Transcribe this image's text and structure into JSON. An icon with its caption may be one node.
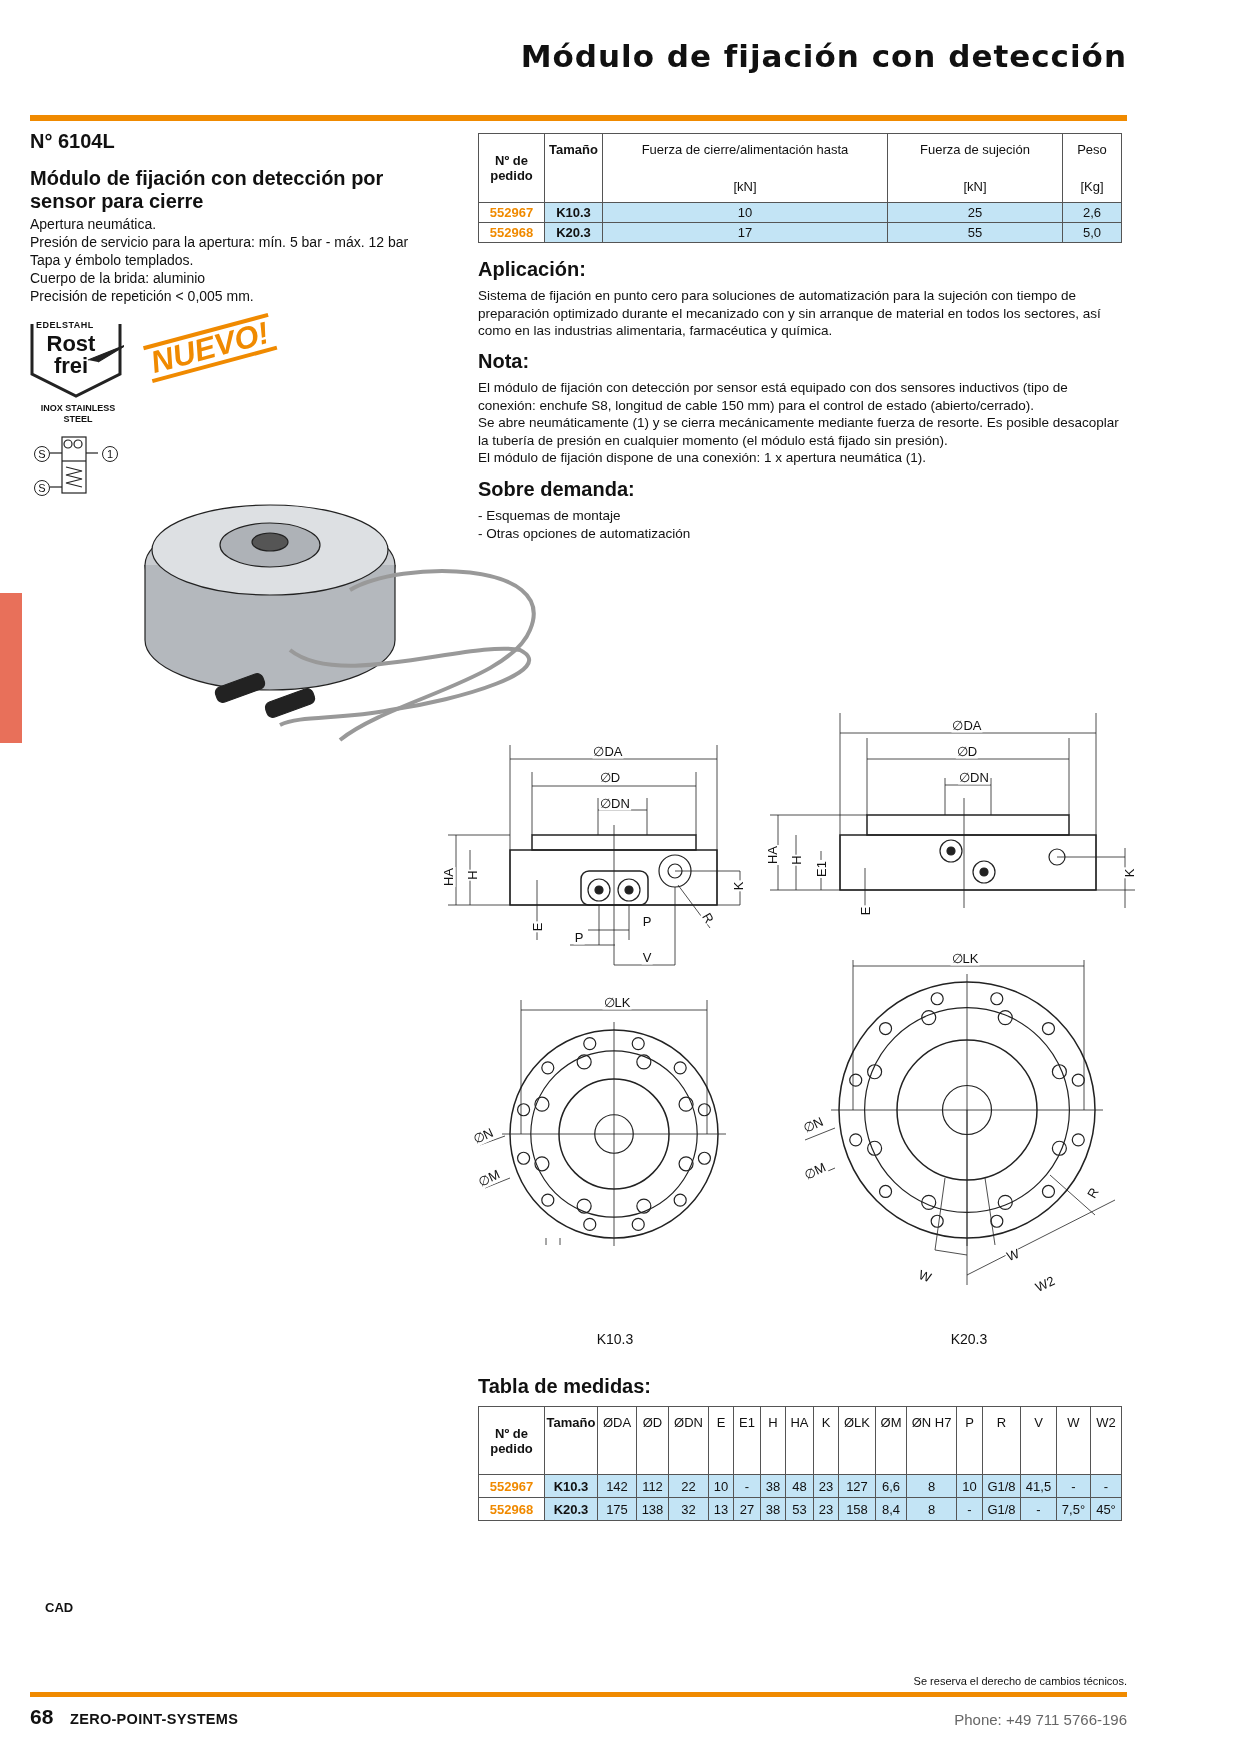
{
  "diagram": {
    "title": "Módulo de fijación con detección",
    "nodes": [
      {
        "text": [],
        "shape": "bar"
      }
    ],
    "labels": [
      "N° 6104L",
      "Módulo de fijación con detección por sensor para cierre",
      "Apertura neumática.",
      "Presión de servicio para la apertura: mín. 5 bar - máx. 12 bar",
      "Tapa y émbolo templados.",
      "Cuerpo de la brida: aluminio",
      "Precisión de repetición < 0,005 mm.",
      "EDELSTAHL",
      "Rost frei",
      "INOX STAINLESS STEEL",
      "NUEVO!",
      "S",
      "1",
      "S",
      "Nº de pedido",
      "Tamaño",
      "Fuerza de cierre/alimentación hasta",
      "Fuerza de sujeción",
      "Peso",
      "[kN]",
      "[kN]",
      "[Kg]",
      "552967",
      "K10.3",
      "10",
      "25",
      "2,6",
      "552968",
      "K20.3",
      "17",
      "55",
      "5,0",
      "Aplicación:",
      "Sistema de fijación en punto cero para soluciones de automatización para la sujeción con tiempo de preparación optimizado durante el mecanizado con y sin arranque de material en todos los sectores, así como en las industrias alimentaria, farmacéutica y química.",
      "Nota:",
      "El módulo de fijación con detección por sensor está equipado con dos sensores inductivos (tipo de conexión: enchufe S8, longitud de cable 150 mm) para el control de estado (abierto/cerrado).",
      "Se abre neumáticamente (1) y se cierra mecánicamente mediante fuerza de resorte. Es posible desacoplar la tubería de presión en cualquier momento (el módulo está fijado sin presión).",
      "El módulo de fijación dispone de una conexión: 1 x apertura neumática (1).",
      "Sobre demanda:",
      "- Esquemas de montaje",
      "- Otras opciones de automatización",
      "∅DA",
      "∅D",
      "∅DN",
      "HA",
      "H",
      "K",
      "E",
      "P",
      "P",
      "R",
      "V",
      "∅DA",
      "∅D",
      "∅DN",
      "HA",
      "H",
      "E1",
      "K",
      "E",
      "∅LK",
      "∅N",
      "∅M",
      "∅LK",
      "∅N",
      "∅M",
      "R",
      "W",
      "W",
      "W2",
      "K10.3",
      "K20.3",
      "Tabla de medidas:",
      "Nº de pedido",
      "Tamaño",
      "ØDA",
      "ØD",
      "ØDN",
      "E",
      "E1",
      "H",
      "HA",
      "K",
      "ØLK",
      "ØM",
      "ØN H7",
      "P",
      "R",
      "V",
      "W",
      "W2",
      "552967",
      "K10.3",
      "142",
      "112",
      "22",
      "10",
      "-",
      "38",
      "48",
      "23",
      "127",
      "6,6",
      "8",
      "10",
      "G1/8",
      "41,5",
      "-",
      "-",
      "552968",
      "K20.3",
      "175",
      "138",
      "32",
      "13",
      "27",
      "38",
      "53",
      "23",
      "158",
      "8,4",
      "8",
      "-",
      "G1/8",
      "-",
      "7,5°",
      "45°",
      "CAD",
      "Se reserva el derecho de cambios técnicos.",
      "68",
      "ZERO-POINT-SYSTEMS",
      "Phone: +49 711 5766-196"
    ]
  }
}
